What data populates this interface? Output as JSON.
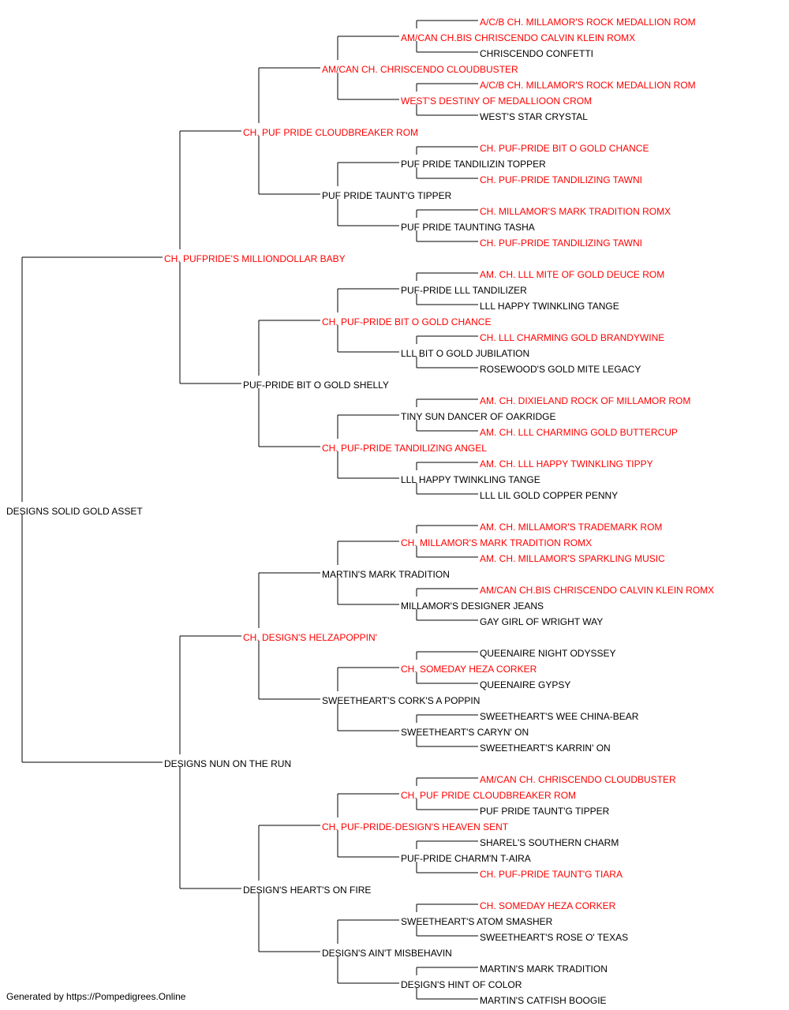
{
  "colors": {
    "champion": "#ff0000",
    "regular": "#000000",
    "line": "#000000",
    "background": "#ffffff"
  },
  "pedigree": {
    "name": "DESIGNS SOLID GOLD ASSET",
    "champion": false,
    "sire": {
      "name": "CH. PUFPRIDE'S MILLIONDOLLAR BABY",
      "champion": true,
      "sire": {
        "name": "CH. PUF PRIDE CLOUDBREAKER ROM",
        "champion": true,
        "sire": {
          "name": "AM/CAN CH. CHRISCENDO CLOUDBUSTER",
          "champion": true,
          "sire": {
            "name": "AM/CAN CH.BIS CHRISCENDO CALVIN KLEIN ROMX",
            "champion": true,
            "sire": {
              "name": "A/C/B CH. MILLAMOR'S ROCK MEDALLION ROM",
              "champion": true
            },
            "dam": {
              "name": "CHRISCENDO CONFETTI",
              "champion": false
            }
          },
          "dam": {
            "name": "WEST'S DESTINY OF MEDALLIOON CROM",
            "champion": true,
            "sire": {
              "name": "A/C/B CH. MILLAMOR'S ROCK MEDALLION ROM",
              "champion": true
            },
            "dam": {
              "name": "WEST'S STAR CRYSTAL",
              "champion": false
            }
          }
        },
        "dam": {
          "name": "PUF PRIDE TAUNT'G TIPPER",
          "champion": false,
          "sire": {
            "name": "PUF PRIDE TANDILIZIN TOPPER",
            "champion": false,
            "sire": {
              "name": "CH. PUF-PRIDE BIT O GOLD CHANCE",
              "champion": true
            },
            "dam": {
              "name": "CH. PUF-PRIDE TANDILIZING TAWNI",
              "champion": true
            }
          },
          "dam": {
            "name": "PUF PRIDE TAUNTING TASHA",
            "champion": false,
            "sire": {
              "name": "CH. MILLAMOR'S MARK TRADITION ROMX",
              "champion": true
            },
            "dam": {
              "name": "CH. PUF-PRIDE TANDILIZING TAWNI",
              "champion": true
            }
          }
        }
      },
      "dam": {
        "name": "PUF-PRIDE BIT O GOLD SHELLY",
        "champion": false,
        "sire": {
          "name": "CH. PUF-PRIDE BIT O GOLD CHANCE",
          "champion": true,
          "sire": {
            "name": "PUF-PRIDE LLL TANDILIZER",
            "champion": false,
            "sire": {
              "name": "AM. CH. LLL MITE OF GOLD DEUCE ROM",
              "champion": true
            },
            "dam": {
              "name": "LLL HAPPY TWINKLING TANGE",
              "champion": false
            }
          },
          "dam": {
            "name": "LLL BIT O GOLD JUBILATION",
            "champion": false,
            "sire": {
              "name": "CH. LLL CHARMING GOLD BRANDYWINE",
              "champion": true
            },
            "dam": {
              "name": "ROSEWOOD'S GOLD MITE LEGACY",
              "champion": false
            }
          }
        },
        "dam": {
          "name": "CH. PUF-PRIDE TANDILIZING ANGEL",
          "champion": true,
          "sire": {
            "name": "TINY SUN DANCER OF OAKRIDGE",
            "champion": false,
            "sire": {
              "name": "AM. CH. DIXIELAND ROCK OF MILLAMOR ROM",
              "champion": true
            },
            "dam": {
              "name": "AM. CH. LLL CHARMING GOLD BUTTERCUP",
              "champion": true
            }
          },
          "dam": {
            "name": "LLL HAPPY TWINKLING TANGE",
            "champion": false,
            "sire": {
              "name": "AM. CH. LLL HAPPY TWINKLING TIPPY",
              "champion": true
            },
            "dam": {
              "name": "LLL LIL GOLD COPPER PENNY",
              "champion": false
            }
          }
        }
      }
    },
    "dam": {
      "name": "DESIGNS NUN ON THE RUN",
      "champion": false,
      "sire": {
        "name": "CH. DESIGN'S HELZAPOPPIN'",
        "champion": true,
        "sire": {
          "name": "MARTIN'S MARK TRADITION",
          "champion": false,
          "sire": {
            "name": "CH. MILLAMOR'S MARK TRADITION ROMX",
            "champion": true,
            "sire": {
              "name": "AM. CH. MILLAMOR'S TRADEMARK ROM",
              "champion": true
            },
            "dam": {
              "name": "AM. CH. MILLAMOR'S SPARKLING MUSIC",
              "champion": true
            }
          },
          "dam": {
            "name": "MILLAMOR'S DESIGNER JEANS",
            "champion": false,
            "sire": {
              "name": "AM/CAN CH.BIS CHRISCENDO CALVIN KLEIN ROMX",
              "champion": true
            },
            "dam": {
              "name": "GAY GIRL OF WRIGHT WAY",
              "champion": false
            }
          }
        },
        "dam": {
          "name": "SWEETHEART'S CORK'S A POPPIN",
          "champion": false,
          "sire": {
            "name": "CH. SOMEDAY HEZA CORKER",
            "champion": true,
            "sire": {
              "name": "QUEENAIRE NIGHT ODYSSEY",
              "champion": false
            },
            "dam": {
              "name": "QUEENAIRE GYPSY",
              "champion": false
            }
          },
          "dam": {
            "name": "SWEETHEART'S CARYN' ON",
            "champion": false,
            "sire": {
              "name": "SWEETHEART'S WEE CHINA-BEAR",
              "champion": false
            },
            "dam": {
              "name": "SWEETHEART'S KARRIN' ON",
              "champion": false
            }
          }
        }
      },
      "dam": {
        "name": "DESIGN'S HEART'S ON FIRE",
        "champion": false,
        "sire": {
          "name": "CH. PUF-PRIDE-DESIGN'S HEAVEN SENT",
          "champion": true,
          "sire": {
            "name": "CH. PUF PRIDE CLOUDBREAKER ROM",
            "champion": true,
            "sire": {
              "name": "AM/CAN CH. CHRISCENDO CLOUDBUSTER",
              "champion": true
            },
            "dam": {
              "name": "PUF PRIDE TAUNT'G TIPPER",
              "champion": false
            }
          },
          "dam": {
            "name": "PUF-PRIDE CHARM'N T-AIRA",
            "champion": false,
            "sire": {
              "name": "SHAREL'S SOUTHERN CHARM",
              "champion": false
            },
            "dam": {
              "name": "CH. PUF-PRIDE TAUNT'G TIARA",
              "champion": true
            }
          }
        },
        "dam": {
          "name": "DESIGN'S AIN'T MISBEHAVIN",
          "champion": false,
          "sire": {
            "name": "SWEETHEART'S ATOM SMASHER",
            "champion": false,
            "sire": {
              "name": "CH. SOMEDAY HEZA CORKER",
              "champion": true
            },
            "dam": {
              "name": "SWEETHEART'S ROSE O' TEXAS",
              "champion": false
            }
          },
          "dam": {
            "name": "DESIGN'S HINT OF COLOR",
            "champion": false,
            "sire": {
              "name": "MARTIN'S MARK TRADITION",
              "champion": false
            },
            "dam": {
              "name": "MARTIN'S CATFISH BOOGIE",
              "champion": false
            }
          }
        }
      }
    }
  },
  "footer": {
    "text": "Generated by https://Pompedigrees.Online"
  }
}
